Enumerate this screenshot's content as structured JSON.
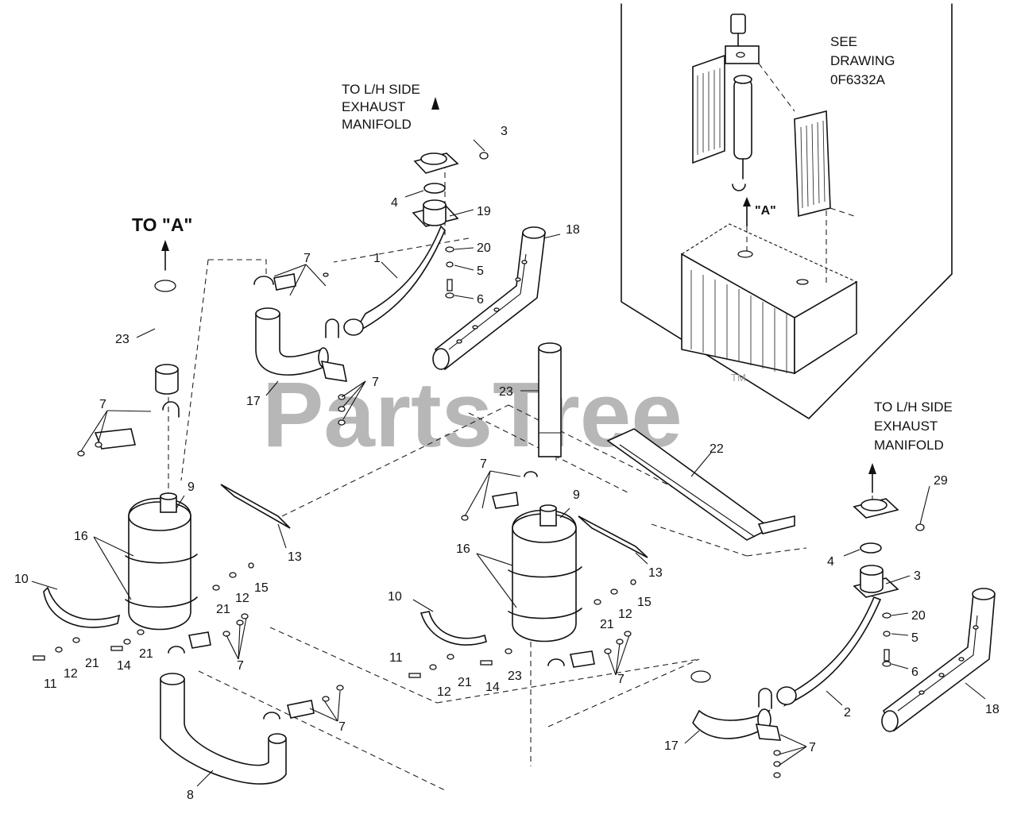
{
  "watermark": {
    "brand": "PartsTree",
    "trademark": "TM"
  },
  "notes": {
    "see_drawing": [
      "SEE",
      "DRAWING",
      "0F6332A"
    ],
    "to_lh_top": [
      "TO L/H SIDE",
      "EXHAUST",
      "MANIFOLD"
    ],
    "to_lh_right": [
      "TO L/H SIDE",
      "EXHAUST",
      "MANIFOLD"
    ],
    "to_a": "TO \"A\"",
    "inset_a": "\"A\""
  },
  "callouts": [
    {
      "id": "c3a",
      "text": "3"
    },
    {
      "id": "c4a",
      "text": "4"
    },
    {
      "id": "c19",
      "text": "19"
    },
    {
      "id": "c20a",
      "text": "20"
    },
    {
      "id": "c5a",
      "text": "5"
    },
    {
      "id": "c6a",
      "text": "6"
    },
    {
      "id": "c1",
      "text": "1"
    },
    {
      "id": "c18a",
      "text": "18"
    },
    {
      "id": "c7a",
      "text": "7"
    },
    {
      "id": "c23a",
      "text": "23"
    },
    {
      "id": "c17a",
      "text": "17"
    },
    {
      "id": "c7b",
      "text": "7"
    },
    {
      "id": "c7c",
      "text": "7"
    },
    {
      "id": "c23b",
      "text": "23"
    },
    {
      "id": "c22",
      "text": "22"
    },
    {
      "id": "c9a",
      "text": "9"
    },
    {
      "id": "c16a",
      "text": "16"
    },
    {
      "id": "c13a",
      "text": "13"
    },
    {
      "id": "c10a",
      "text": "10"
    },
    {
      "id": "c15a",
      "text": "15"
    },
    {
      "id": "c12a",
      "text": "12"
    },
    {
      "id": "c21a",
      "text": "21"
    },
    {
      "id": "c21b",
      "text": "21"
    },
    {
      "id": "c14a",
      "text": "14"
    },
    {
      "id": "c21c",
      "text": "21"
    },
    {
      "id": "c12b",
      "text": "12"
    },
    {
      "id": "c11a",
      "text": "11"
    },
    {
      "id": "c7d",
      "text": "7"
    },
    {
      "id": "c7e",
      "text": "7"
    },
    {
      "id": "c8",
      "text": "8"
    },
    {
      "id": "c7f",
      "text": "7"
    },
    {
      "id": "c9b",
      "text": "9"
    },
    {
      "id": "c16b",
      "text": "16"
    },
    {
      "id": "c13b",
      "text": "13"
    },
    {
      "id": "c10b",
      "text": "10"
    },
    {
      "id": "c15b",
      "text": "15"
    },
    {
      "id": "c12c",
      "text": "12"
    },
    {
      "id": "c21d",
      "text": "21"
    },
    {
      "id": "c11b",
      "text": "11"
    },
    {
      "id": "c12d",
      "text": "12"
    },
    {
      "id": "c21e",
      "text": "21"
    },
    {
      "id": "c14b",
      "text": "14"
    },
    {
      "id": "c23c",
      "text": "23"
    },
    {
      "id": "c7g",
      "text": "7"
    },
    {
      "id": "c29",
      "text": "29"
    },
    {
      "id": "c4b",
      "text": "4"
    },
    {
      "id": "c3b",
      "text": "3"
    },
    {
      "id": "c20b",
      "text": "20"
    },
    {
      "id": "c5b",
      "text": "5"
    },
    {
      "id": "c6b",
      "text": "6"
    },
    {
      "id": "c2",
      "text": "2"
    },
    {
      "id": "c18b",
      "text": "18"
    },
    {
      "id": "c17b",
      "text": "17"
    },
    {
      "id": "c7h",
      "text": "7"
    }
  ]
}
